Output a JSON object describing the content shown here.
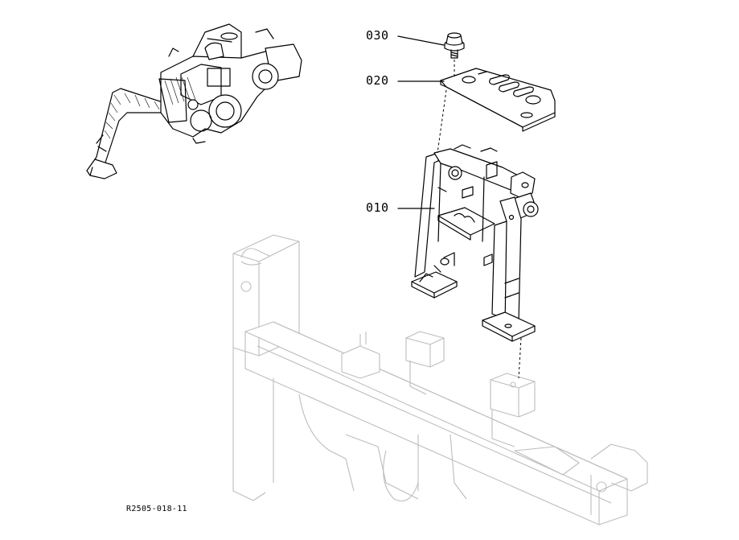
{
  "diagram": {
    "callouts": [
      {
        "id": "030",
        "label": "030"
      },
      {
        "id": "020",
        "label": "020"
      },
      {
        "id": "010",
        "label": "010"
      }
    ],
    "reference_code": "R2505-018-11"
  }
}
